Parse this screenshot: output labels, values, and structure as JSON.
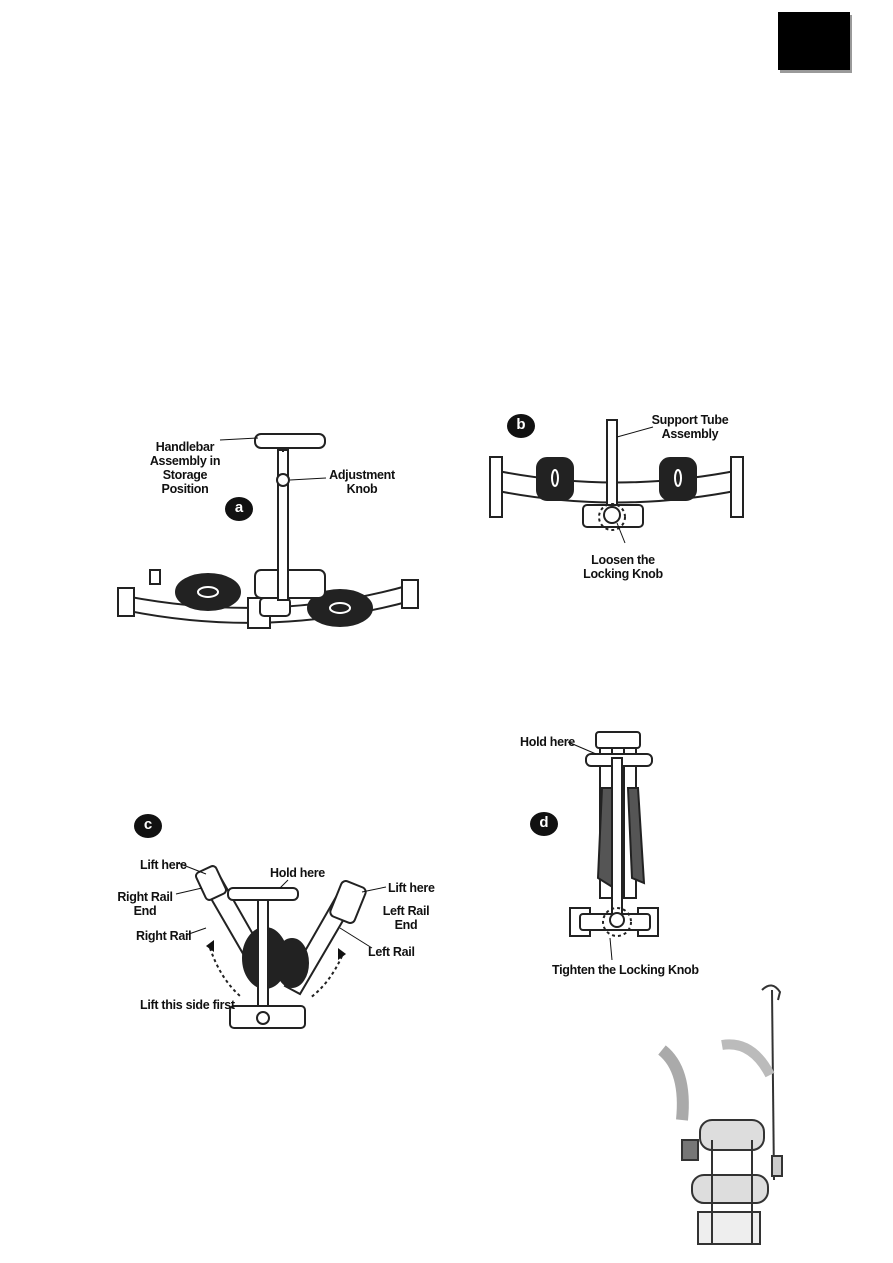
{
  "figure_a": {
    "badge": "a",
    "handlebar_label": [
      "Handlebar",
      "Assembly in",
      "Storage",
      "Position"
    ],
    "knob_label": [
      "Adjustment",
      "Knob"
    ]
  },
  "figure_b": {
    "badge": "b",
    "support_label": [
      "Support Tube",
      "Assembly"
    ],
    "loosen_label": [
      "Loosen the",
      "Locking Knob"
    ]
  },
  "figure_c": {
    "badge": "c",
    "lift_here_left": "Lift here",
    "right_rail_end": [
      "Right Rail",
      "End"
    ],
    "right_rail": "Right Rail",
    "hold_here": "Hold here",
    "lift_here_right": "Lift here",
    "left_rail_end": [
      "Left Rail",
      "End"
    ],
    "left_rail": "Left Rail",
    "lift_first": "Lift this side first"
  },
  "figure_d": {
    "badge": "d",
    "hold_here": "Hold here",
    "tighten": "Tighten the Locking Knob"
  }
}
